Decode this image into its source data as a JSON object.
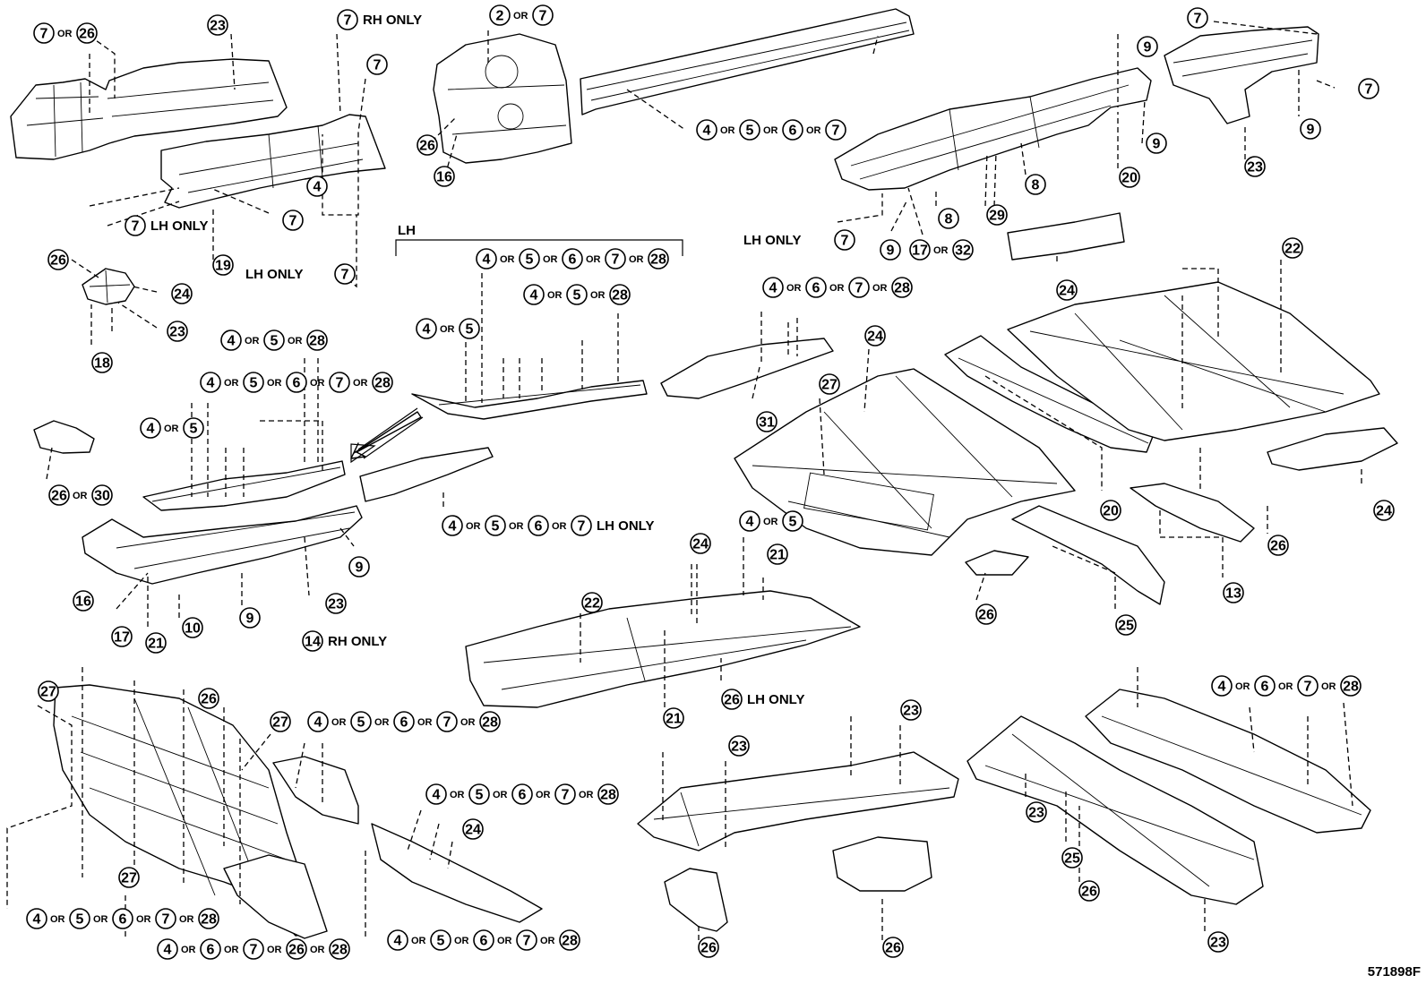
{
  "diagram_code": "571898F",
  "section_labels": {
    "lh_bracket": "LH"
  },
  "notes": {
    "rh_only": "RH ONLY",
    "lh_only": "LH ONLY",
    "or": "OR"
  },
  "callouts": [
    {
      "id": "c1",
      "parts": [
        "7",
        "26"
      ],
      "note": ""
    },
    {
      "id": "c2",
      "parts": [
        "23"
      ],
      "note": ""
    },
    {
      "id": "c3",
      "parts": [
        "7"
      ],
      "note": "RH ONLY"
    },
    {
      "id": "c4",
      "parts": [
        "7"
      ],
      "note": ""
    },
    {
      "id": "c5",
      "parts": [
        "2",
        "7"
      ],
      "note": ""
    },
    {
      "id": "c6",
      "parts": [
        "26"
      ],
      "note": ""
    },
    {
      "id": "c7",
      "parts": [
        "16"
      ],
      "note": ""
    },
    {
      "id": "c8",
      "parts": [
        "4"
      ],
      "note": ""
    },
    {
      "id": "c9",
      "parts": [
        "7"
      ],
      "note": "LH ONLY"
    },
    {
      "id": "c10",
      "parts": [
        "7"
      ],
      "note": ""
    },
    {
      "id": "c11",
      "parts": [
        "19"
      ],
      "note": ""
    },
    {
      "id": "c12",
      "parts": [
        "7"
      ],
      "note": "LH ONLY"
    },
    {
      "id": "c13",
      "parts": [
        "4",
        "5",
        "6",
        "7"
      ],
      "note": ""
    },
    {
      "id": "c14",
      "parts": [
        "9"
      ],
      "note": ""
    },
    {
      "id": "c15",
      "parts": [
        "7"
      ],
      "note": ""
    },
    {
      "id": "c16",
      "parts": [
        "7"
      ],
      "note": ""
    },
    {
      "id": "c17",
      "parts": [
        "9"
      ],
      "note": ""
    },
    {
      "id": "c18",
      "parts": [
        "9"
      ],
      "note": ""
    },
    {
      "id": "c19",
      "parts": [
        "20"
      ],
      "note": ""
    },
    {
      "id": "c20",
      "parts": [
        "23"
      ],
      "note": ""
    },
    {
      "id": "c21",
      "parts": [
        "8"
      ],
      "note": ""
    },
    {
      "id": "c22",
      "parts": [
        "8"
      ],
      "note": ""
    },
    {
      "id": "c23",
      "parts": [
        "29"
      ],
      "note": ""
    },
    {
      "id": "c24",
      "parts": [
        "7"
      ],
      "note": "LH ONLY"
    },
    {
      "id": "c25",
      "parts": [
        "9"
      ],
      "note": ""
    },
    {
      "id": "c26",
      "parts": [
        "17",
        "32"
      ],
      "note": ""
    },
    {
      "id": "c27",
      "parts": [
        "26"
      ],
      "note": ""
    },
    {
      "id": "c28",
      "parts": [
        "24"
      ],
      "note": ""
    },
    {
      "id": "c29",
      "parts": [
        "23"
      ],
      "note": ""
    },
    {
      "id": "c30",
      "parts": [
        "18"
      ],
      "note": ""
    },
    {
      "id": "c31",
      "parts": [
        "4",
        "5",
        "6",
        "7",
        "28"
      ],
      "note": ""
    },
    {
      "id": "c32",
      "parts": [
        "4",
        "5",
        "28"
      ],
      "note": ""
    },
    {
      "id": "c33",
      "parts": [
        "4",
        "5"
      ],
      "note": ""
    },
    {
      "id": "c34",
      "parts": [
        "4",
        "5",
        "28"
      ],
      "note": ""
    },
    {
      "id": "c35",
      "parts": [
        "4",
        "5",
        "6",
        "7",
        "28"
      ],
      "note": ""
    },
    {
      "id": "c36",
      "parts": [
        "4",
        "5"
      ],
      "note": ""
    },
    {
      "id": "c37",
      "parts": [
        "26",
        "30"
      ],
      "note": ""
    },
    {
      "id": "c38",
      "parts": [
        "4",
        "6",
        "7",
        "28"
      ],
      "note": ""
    },
    {
      "id": "c39",
      "parts": [
        "31"
      ],
      "note": ""
    },
    {
      "id": "c40",
      "parts": [
        "24"
      ],
      "note": ""
    },
    {
      "id": "c41",
      "parts": [
        "22"
      ],
      "note": ""
    },
    {
      "id": "c42",
      "parts": [
        "24"
      ],
      "note": ""
    },
    {
      "id": "c43",
      "parts": [
        "27"
      ],
      "note": ""
    },
    {
      "id": "c44",
      "parts": [
        "20"
      ],
      "note": ""
    },
    {
      "id": "c45",
      "parts": [
        "24"
      ],
      "note": ""
    },
    {
      "id": "c46",
      "parts": [
        "26"
      ],
      "note": ""
    },
    {
      "id": "c47",
      "parts": [
        "13"
      ],
      "note": ""
    },
    {
      "id": "c48",
      "parts": [
        "25"
      ],
      "note": ""
    },
    {
      "id": "c49",
      "parts": [
        "26"
      ],
      "note": ""
    },
    {
      "id": "c50",
      "parts": [
        "4",
        "5",
        "6",
        "7"
      ],
      "note": "LH ONLY"
    },
    {
      "id": "c51",
      "parts": [
        "9"
      ],
      "note": ""
    },
    {
      "id": "c52",
      "parts": [
        "16"
      ],
      "note": ""
    },
    {
      "id": "c53",
      "parts": [
        "9"
      ],
      "note": ""
    },
    {
      "id": "c54",
      "parts": [
        "23"
      ],
      "note": ""
    },
    {
      "id": "c55",
      "parts": [
        "17"
      ],
      "note": ""
    },
    {
      "id": "c56",
      "parts": [
        "21"
      ],
      "note": ""
    },
    {
      "id": "c57",
      "parts": [
        "10"
      ],
      "note": ""
    },
    {
      "id": "c58",
      "parts": [
        "14"
      ],
      "note": "RH ONLY"
    },
    {
      "id": "c59",
      "parts": [
        "24"
      ],
      "note": ""
    },
    {
      "id": "c60",
      "parts": [
        "4",
        "5"
      ],
      "note": ""
    },
    {
      "id": "c61",
      "parts": [
        "21"
      ],
      "note": ""
    },
    {
      "id": "c62",
      "parts": [
        "22"
      ],
      "note": ""
    },
    {
      "id": "c63",
      "parts": [
        "21"
      ],
      "note": ""
    },
    {
      "id": "c64",
      "parts": [
        "26"
      ],
      "note": "LH ONLY"
    },
    {
      "id": "c65",
      "parts": [
        "27"
      ],
      "note": ""
    },
    {
      "id": "c66",
      "parts": [
        "26"
      ],
      "note": ""
    },
    {
      "id": "c67",
      "parts": [
        "27"
      ],
      "note": ""
    },
    {
      "id": "c68",
      "parts": [
        "4",
        "5",
        "6",
        "7",
        "28"
      ],
      "note": ""
    },
    {
      "id": "c69",
      "parts": [
        "27"
      ],
      "note": ""
    },
    {
      "id": "c70",
      "parts": [
        "4",
        "5",
        "6",
        "7",
        "28"
      ],
      "note": ""
    },
    {
      "id": "c71",
      "parts": [
        "24"
      ],
      "note": ""
    },
    {
      "id": "c72",
      "parts": [
        "4",
        "5",
        "6",
        "7",
        "28"
      ],
      "note": ""
    },
    {
      "id": "c73",
      "parts": [
        "4",
        "6",
        "7",
        "26",
        "28"
      ],
      "note": ""
    },
    {
      "id": "c74",
      "parts": [
        "4",
        "5",
        "6",
        "7",
        "28"
      ],
      "note": ""
    },
    {
      "id": "c75",
      "parts": [
        "23"
      ],
      "note": ""
    },
    {
      "id": "c76",
      "parts": [
        "23"
      ],
      "note": ""
    },
    {
      "id": "c77",
      "parts": [
        "26"
      ],
      "note": ""
    },
    {
      "id": "c78",
      "parts": [
        "26"
      ],
      "note": ""
    },
    {
      "id": "c79",
      "parts": [
        "4",
        "6",
        "7",
        "28"
      ],
      "note": ""
    },
    {
      "id": "c80",
      "parts": [
        "23"
      ],
      "note": ""
    },
    {
      "id": "c81",
      "parts": [
        "25"
      ],
      "note": ""
    },
    {
      "id": "c82",
      "parts": [
        "26"
      ],
      "note": ""
    },
    {
      "id": "c83",
      "parts": [
        "23"
      ],
      "note": ""
    }
  ]
}
